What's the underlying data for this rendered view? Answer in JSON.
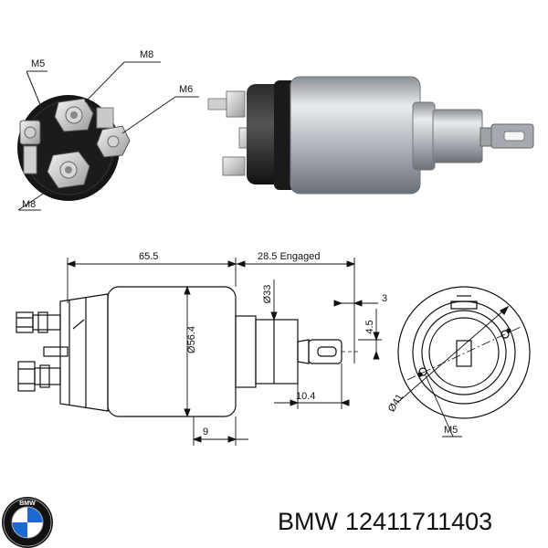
{
  "photo_labels": {
    "m5": "M5",
    "m8_top": "M8",
    "m6": "M6",
    "m8_bottom": "M8"
  },
  "dimensions": {
    "length": "65.5",
    "engaged": "28.5 Engaged",
    "body_dia": "Ø56.4",
    "plunger_dia": "Ø33",
    "slot_width": "3",
    "slot_offset": "4.5",
    "tab_length": "10.4",
    "rear_gap": "9",
    "bolt_circle": "Ø41",
    "thread": "M5"
  },
  "caption": {
    "brand": "BMW",
    "part_number": "12411711403"
  },
  "logo": {
    "text": "BMW",
    "colors": {
      "blue": "#1c69d4",
      "ring": "#111111",
      "white": "#ffffff"
    }
  }
}
